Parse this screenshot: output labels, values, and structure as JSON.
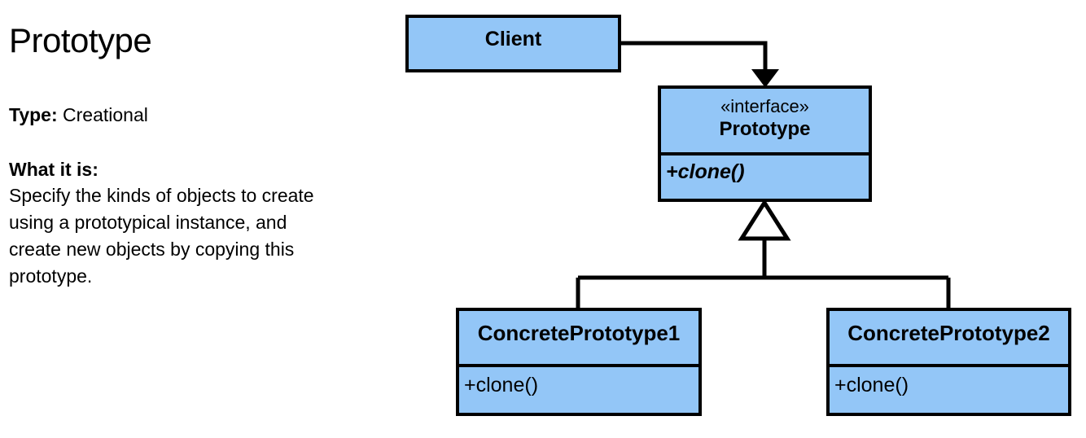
{
  "info": {
    "title": "Prototype",
    "type_label": "Type:",
    "type_value": "Creational",
    "what_heading": "What it is:",
    "what_body_lines": [
      "Specify the kinds of objects to create",
      "using a prototypical instance, and",
      "create new objects by copying this",
      "prototype."
    ],
    "what_body_text": "Specify the kinds of objects to create using a prototypical instance, and create new objects by copying this prototype."
  },
  "diagram": {
    "kind": "uml-class-diagram",
    "fill_color": "#93c6f7",
    "stroke_color": "#000000",
    "background_color": "#ffffff",
    "classes": {
      "client": {
        "name": "Client",
        "stereotype": "",
        "operations": []
      },
      "prototype": {
        "stereotype": "«interface»",
        "name": "Prototype",
        "operations": [
          "+clone()"
        ]
      },
      "concrete1": {
        "name": "ConcretePrototype1",
        "stereotype": "",
        "operations": [
          "+clone()"
        ]
      },
      "concrete2": {
        "name": "ConcretePrototype2",
        "stereotype": "",
        "operations": [
          "+clone()"
        ]
      }
    },
    "relations": [
      {
        "from": "Client",
        "to": "Prototype",
        "type": "association-directed"
      },
      {
        "from": "ConcretePrototype1",
        "to": "Prototype",
        "type": "generalization"
      },
      {
        "from": "ConcretePrototype2",
        "to": "Prototype",
        "type": "generalization"
      }
    ]
  }
}
